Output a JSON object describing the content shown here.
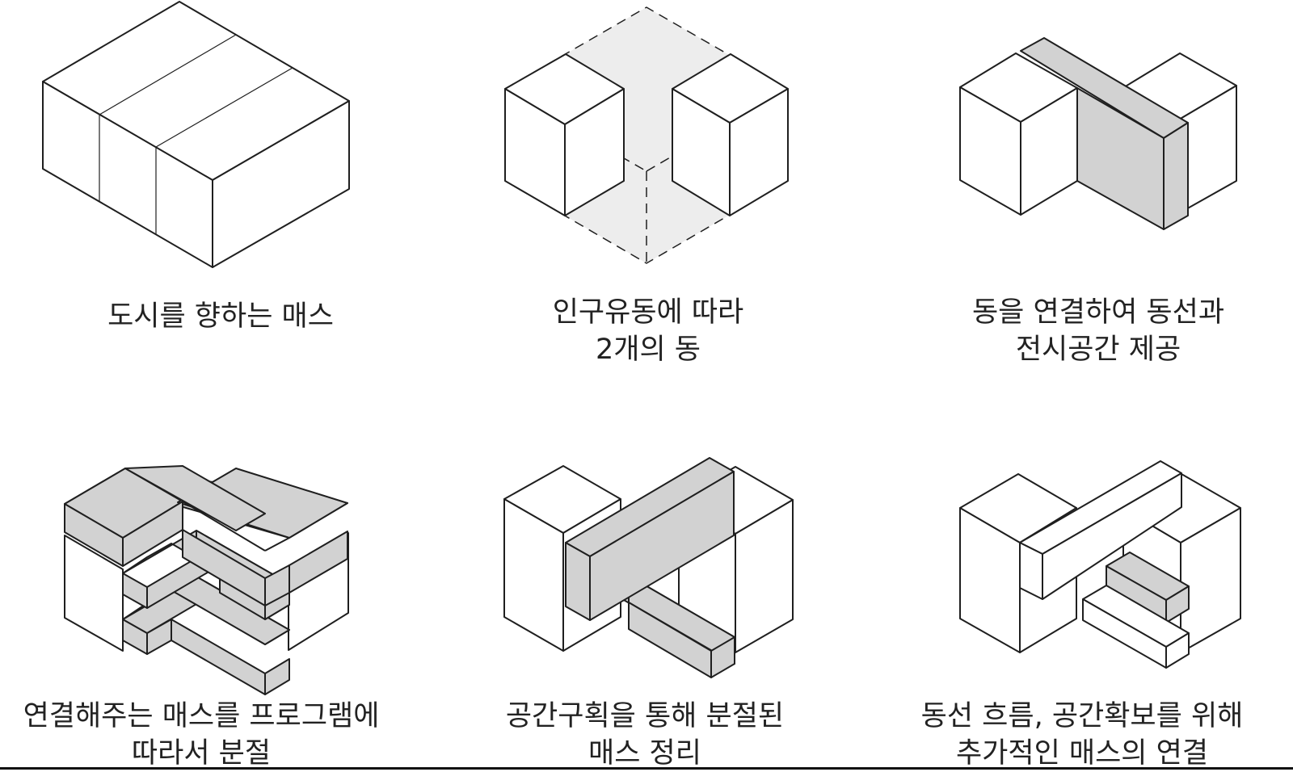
{
  "colors": {
    "line": "#1f1f1f",
    "fill_gray": "#d2d2d2",
    "fill_light": "#ededed",
    "face_white": "#ffffff",
    "text": "#222222"
  },
  "diagrams": [
    {
      "name": "mass-facing-city",
      "caption": [
        "도시를 향하는 매스"
      ]
    },
    {
      "name": "two-buildings-population-flow",
      "caption": [
        "인구유동에 따라",
        "2개의 동"
      ]
    },
    {
      "name": "connected-buildings",
      "caption": [
        "동을 연결하여 동선과",
        "전시공간 제공"
      ]
    },
    {
      "name": "divided-connecting-masses",
      "caption": [
        "연결해주는 매스를 프로그램에",
        "따라서 분절"
      ]
    },
    {
      "name": "organized-divided-masses",
      "caption": [
        "공간구획을 통해 분절된",
        "매스 정리"
      ]
    },
    {
      "name": "additional-connecting-masses",
      "caption": [
        "동선 흐름, 공간확보를 위해",
        "추가적인 매스의 연결"
      ]
    }
  ]
}
